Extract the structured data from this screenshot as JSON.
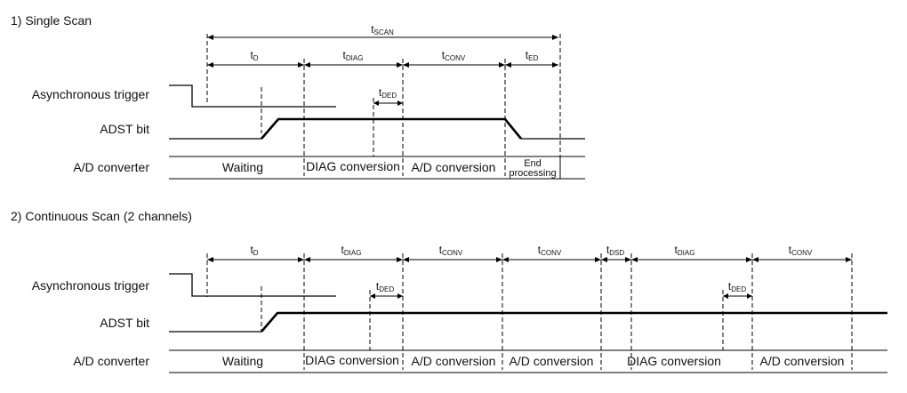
{
  "section1": {
    "title": "1) Single Scan",
    "rows": {
      "trigger": "Asynchronous trigger",
      "adst": "ADST bit",
      "adc": "A/D converter"
    },
    "cells": [
      "Waiting",
      "DIAG conversion",
      "A/D conversion",
      "End",
      "processing"
    ],
    "timings": {
      "scan": {
        "t": "t",
        "sub": "SCAN"
      },
      "d": {
        "t": "t",
        "sub": "D"
      },
      "diag": {
        "t": "t",
        "sub": "DIAG"
      },
      "conv": {
        "t": "t",
        "sub": "CONV"
      },
      "ed": {
        "t": "t",
        "sub": "ED"
      },
      "ded": {
        "t": "t",
        "sub": "DED"
      }
    }
  },
  "section2": {
    "title": "2) Continuous Scan (2 channels)",
    "rows": {
      "trigger": "Asynchronous trigger",
      "adst": "ADST bit",
      "adc": "A/D converter"
    },
    "cells": [
      "Waiting",
      "DIAG conversion",
      "A/D conversion",
      "A/D conversion",
      "DIAG conversion",
      "A/D conversion"
    ],
    "timings": {
      "d": {
        "t": "t",
        "sub": "D"
      },
      "diag1": {
        "t": "t",
        "sub": "DIAG"
      },
      "conv1": {
        "t": "t",
        "sub": "CONV"
      },
      "conv2": {
        "t": "t",
        "sub": "CONV"
      },
      "dsd": {
        "t": "t",
        "sub": "DSD"
      },
      "diag2": {
        "t": "t",
        "sub": "DIAG"
      },
      "conv3": {
        "t": "t",
        "sub": "CONV"
      },
      "ded1": {
        "t": "t",
        "sub": "DED"
      },
      "ded2": {
        "t": "t",
        "sub": "DED"
      }
    }
  }
}
